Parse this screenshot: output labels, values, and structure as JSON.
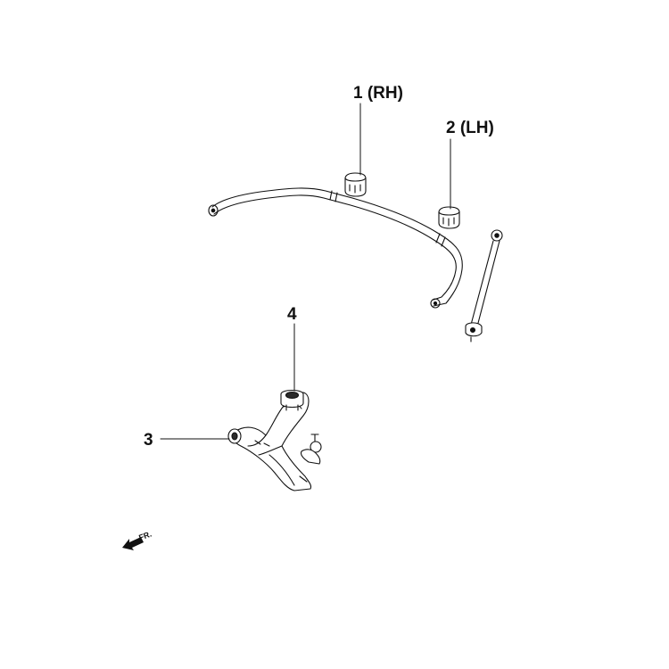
{
  "callouts": {
    "part1": "1 (RH)",
    "part2": "2 (LH)",
    "part3": "3",
    "part4": "4"
  },
  "direction": {
    "label": "FR."
  },
  "colors": {
    "line": "#111111",
    "fill": "#ffffff",
    "shade": "#2a2a2a"
  }
}
